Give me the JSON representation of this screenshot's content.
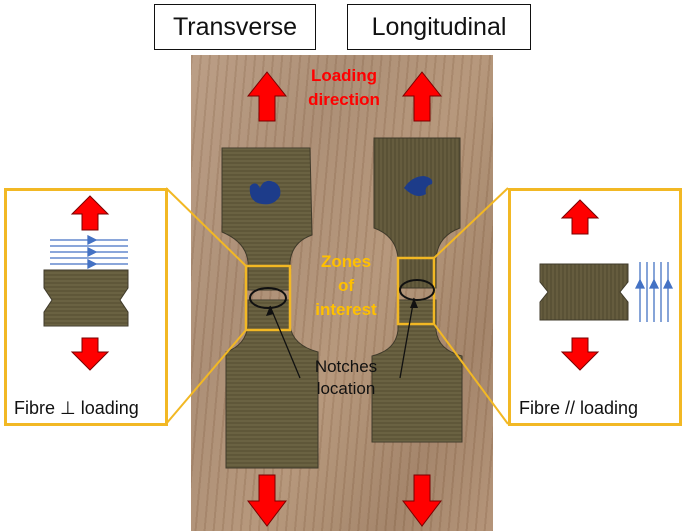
{
  "labels": {
    "transverse": "Transverse",
    "longitudinal": "Longitudinal"
  },
  "annotations": {
    "loading_direction_line1": "Loading",
    "loading_direction_line2": "direction",
    "zones_line1": "Zones",
    "zones_line2": "of",
    "zones_line3": "interest",
    "notches_line1": "Notches",
    "notches_line2": "location"
  },
  "insets": {
    "left_caption": "Fibre ⊥ loading",
    "right_caption": "Fibre // loading"
  },
  "colors": {
    "arrow_red": "#ff0000",
    "zone_yellow": "#f2b824",
    "fibre_blue": "#4472c4",
    "specimen": "#5c5437"
  },
  "icons": {
    "loading_arrow": "red-arrow-icon",
    "fibre_lines": "fibre-arrows-icon"
  }
}
